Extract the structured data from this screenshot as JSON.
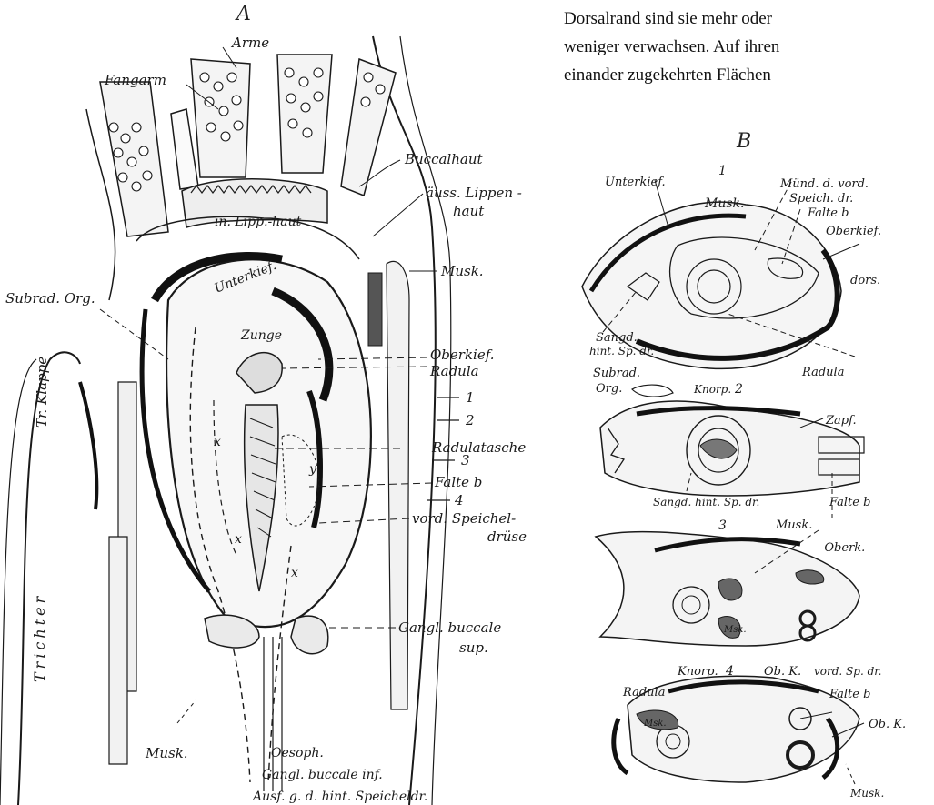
{
  "text_block": {
    "line1": "Dorsalrand sind sie mehr oder",
    "line2": "weniger verwachsen. Auf ihren",
    "line3": "einander zugekehrten Flächen"
  },
  "figure_a": {
    "letter": "A",
    "labels": {
      "arme": "Arme",
      "fangarm": "Fangarm",
      "buccalhaut": "Buccalhaut",
      "auss_lippen_1": "äuss. Lippen -",
      "auss_lippen_2": "haut",
      "inn_lipp": "in. Lipp.-haut",
      "unterkief": "Unterkief.",
      "musk_right": "Musk.",
      "subrad": "Subrad. Org.",
      "zunge": "Zunge",
      "oberkief": "Oberkief.",
      "radula": "Radula",
      "arrow1": "1",
      "arrow2": "2",
      "arrow3": "3",
      "arrow4": "4",
      "tr_klappe": "Tr. Klappe",
      "radulatasche": "Radulatasche",
      "falte_b": "Falte b",
      "vord_speichel_1": "vord. Speichel-",
      "vord_speichel_2": "drüse",
      "x": "x",
      "y": "y",
      "trichter": "Trichter",
      "gangl_sup_1": "Gangl. buccale",
      "gangl_sup_2": "sup.",
      "musk_bottom": "Musk.",
      "oesoph": "Oesoph.",
      "gangl_inf": "Gangl. buccale inf.",
      "ausf": "Ausf. g. d. hint. Speicheldr."
    }
  },
  "figure_b": {
    "letter": "B",
    "section1": {
      "number": "1",
      "unterkief": "Unterkief.",
      "musk": "Musk.",
      "mund_1": "Münd. d. vord.",
      "mund_2": "Speich. dr.",
      "falte_b": "Falte b",
      "oberkief": "Oberkief.",
      "dors": "dors.",
      "sangd_1": "Sangd.",
      "sangd_2": "hint. Sp. dr."
    },
    "section2": {
      "number": "2",
      "subrad_1": "Subrad.",
      "subrad_2": "Org.",
      "knorp": "Knorp.",
      "radula": "Radula",
      "zapf": "Zapf.",
      "sangd": "Sangd. hint. Sp. dr.",
      "falte_b": "Falte b"
    },
    "section3": {
      "number": "3",
      "musk": "Musk.",
      "oberk": "-Oberk.",
      "msk": "Msk."
    },
    "section4": {
      "number": "4",
      "knorp": "Knorp.",
      "obk": "Ob. K.",
      "vord_sp": "vord. Sp. dr.",
      "falte_b": "Falte b",
      "obk_right": "Ob. K.",
      "radula": "Radula",
      "msk": "Msk.",
      "musk": "Musk."
    }
  }
}
